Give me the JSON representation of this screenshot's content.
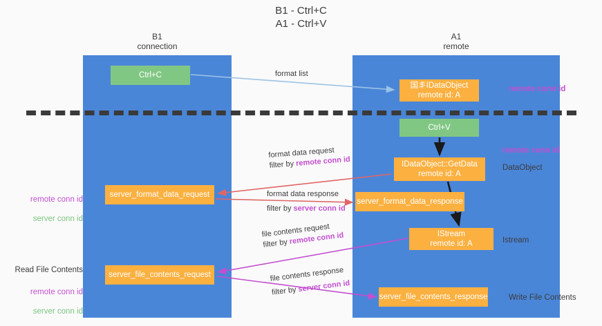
{
  "title": "B1 - Ctrl+C\nA1 - Ctrl+V",
  "lanes": {
    "left": {
      "title": "B1\nconnection",
      "color": "#4a86d8"
    },
    "right": {
      "title": "A1\nremote",
      "color": "#4a86d8"
    }
  },
  "colors": {
    "lane": "#4a86d8",
    "green_node": "#81c784",
    "orange_node": "#fbb040",
    "remote_conn_id": "#c34fd0",
    "server_conn_id": "#7cc47f",
    "arrow_blue": "#9cc3e5",
    "arrow_red": "#e06666",
    "arrow_magenta": "#c34fd0",
    "arrow_black": "#1a1a1a",
    "divider": "#3a3a3a",
    "background": "#fafafa"
  },
  "nodes": {
    "ctrl_c": "Ctrl+C",
    "idataobject": "国丯IDataObject\nremote id: A",
    "ctrl_v": "Ctrl+V",
    "getdata": "IDataObject::GetData\nremote id: A",
    "server_format_data_request": "server_format_data_request",
    "server_format_data_response": "server_format_data_response",
    "istream": "IStream\nremote id: A",
    "server_file_contents_request": "server_file_contents_request",
    "server_file_contents_response": "server_file_contents_response"
  },
  "side_labels": {
    "remote_conn_id_top": "remote conn id",
    "remote_conn_id_mid": "remote conn id",
    "dataobject": "DataObject",
    "istream": "Istream",
    "write_file_contents": "Write File Contents",
    "read_file_contents": "Read File Contents",
    "left_remote": "remote conn id",
    "left_server": "server conn id",
    "left2_remote": "remote conn id",
    "left2_server": "server conn id"
  },
  "edge_labels": {
    "format_list": "format list",
    "format_data_request": "format data request",
    "filter_by_remote_1": "filter by ",
    "filter_remote_value_1": "remote conn id",
    "format_data_response": "format data response",
    "filter_by_server_1": "filter by ",
    "filter_server_value_1": "server conn id",
    "file_contents_request": "file contents request",
    "filter_by_remote_2": "filter by ",
    "filter_remote_value_2": "remote conn id",
    "file_contents_response": "file contents response",
    "filter_by_server_2": "filter by ",
    "filter_server_value_2": "server conn id"
  }
}
